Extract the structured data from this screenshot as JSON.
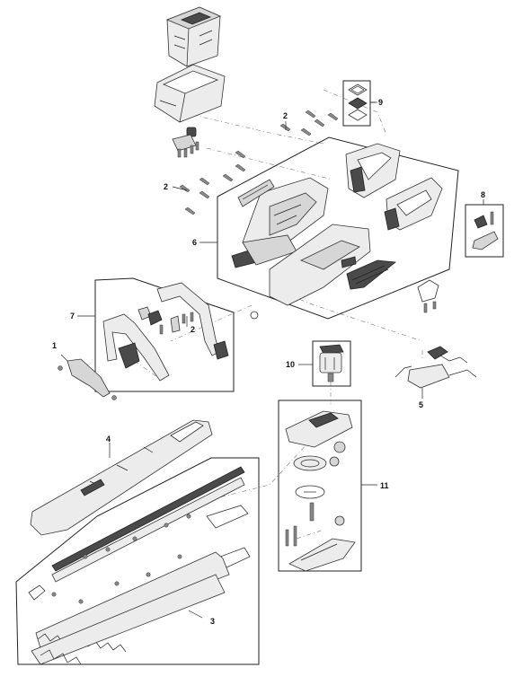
{
  "callouts": [
    {
      "id": "1",
      "label": "1"
    },
    {
      "id": "2a",
      "label": "2"
    },
    {
      "id": "2b",
      "label": "2"
    },
    {
      "id": "2c",
      "label": "2"
    },
    {
      "id": "3",
      "label": "3"
    },
    {
      "id": "4",
      "label": "4"
    },
    {
      "id": "5",
      "label": "5"
    },
    {
      "id": "6",
      "label": "6"
    },
    {
      "id": "7",
      "label": "7"
    },
    {
      "id": "8",
      "label": "8"
    },
    {
      "id": "9",
      "label": "9"
    },
    {
      "id": "10",
      "label": "10"
    },
    {
      "id": "11",
      "label": "11"
    }
  ],
  "colors": {
    "line": "#222222",
    "part_fill": "#d6d6d6",
    "dark_part": "#4a4a4a"
  }
}
